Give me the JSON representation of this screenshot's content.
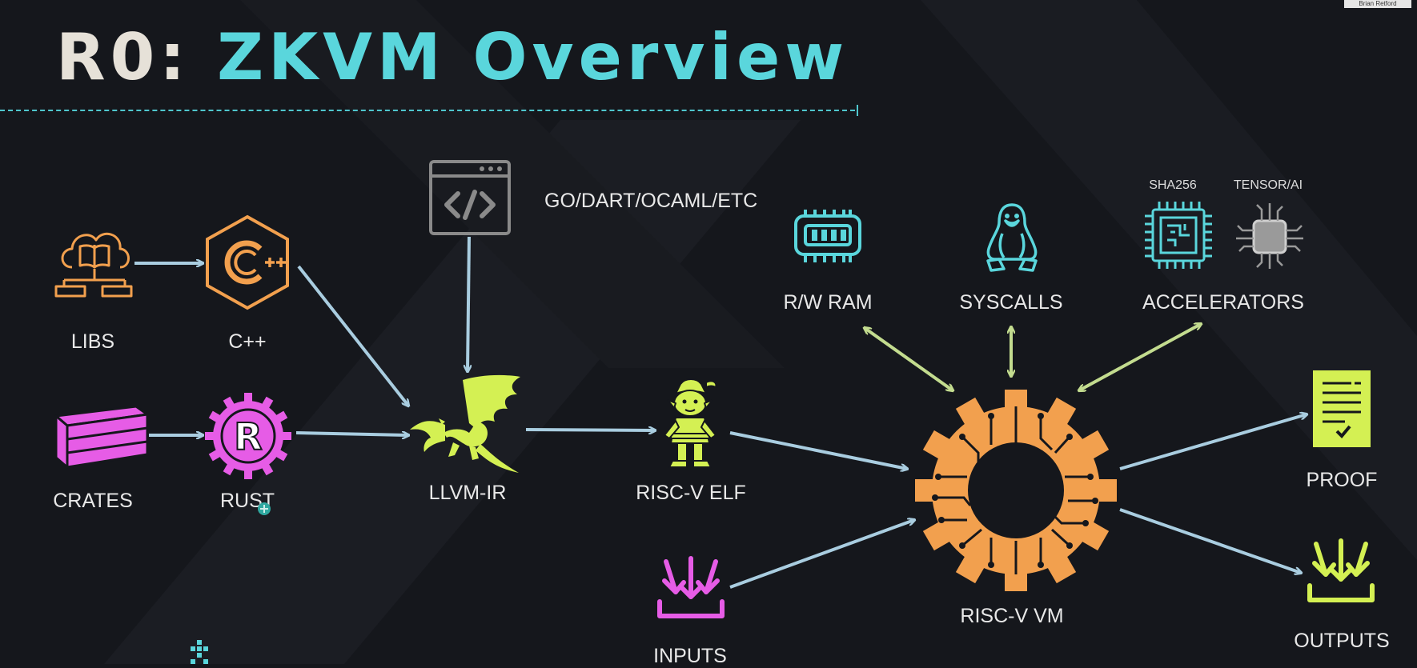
{
  "title": {
    "prefix": "R0:",
    "main": "ZKVM Overview"
  },
  "presenter_label": "Brian Retford",
  "nodes": {
    "libs": "LIBS",
    "cpp": "C++",
    "crates": "CRATES",
    "rust": "RUST",
    "other_langs": "GO/DART/OCAML/ETC",
    "llvm_ir": "LLVM-IR",
    "riscv_elf": "RISC-V ELF",
    "inputs": "INPUTS",
    "rw_ram": "R/W RAM",
    "syscalls": "SYSCALLS",
    "accelerators": "ACCELERATORS",
    "sha256": "SHA256",
    "tensor_ai": "TENSOR/AI",
    "riscv_vm": "RISC-V VM",
    "proof": "PROOF",
    "outputs": "OUTPUTS"
  },
  "colors": {
    "background": "#15171c",
    "title_prefix": "#e6e1d8",
    "title_accent": "#5ad6dc",
    "orange": "#f2a04e",
    "magenta": "#e65ce6",
    "lime": "#d4f053",
    "cyan": "#5ad6dc",
    "gray": "#8a8a8a",
    "arrow_blue": "#a9cde0",
    "arrow_green": "#c3dc8f"
  },
  "icons": [
    "cloud-library-icon",
    "cpp-logo-icon",
    "crate-icon",
    "rust-logo-icon",
    "code-window-icon",
    "dragon-icon",
    "elf-icon",
    "inbox-download-icon",
    "ram-chip-icon",
    "tux-penguin-icon",
    "circuit-chip-icon",
    "processor-chip-icon",
    "gear-circuit-icon",
    "document-check-icon",
    "download-tray-icon"
  ]
}
